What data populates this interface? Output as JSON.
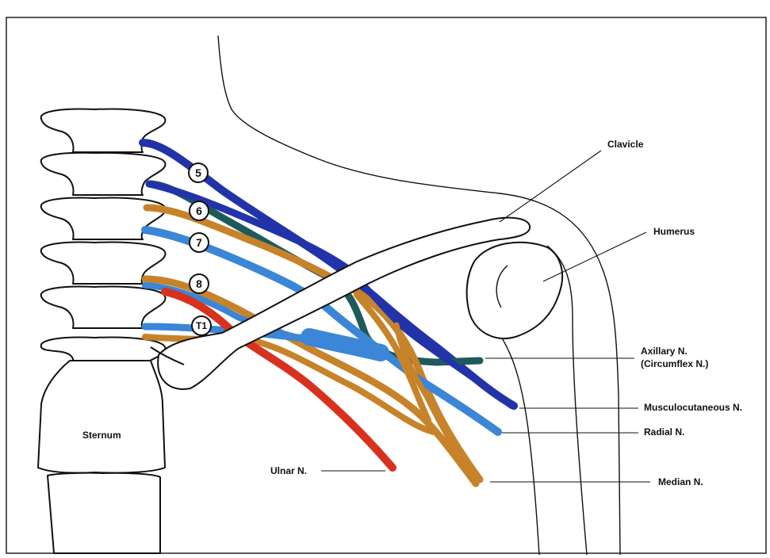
{
  "labels": {
    "clavicle": "Clavicle",
    "humerus": "Humerus",
    "axillary_1": "Axillary N.",
    "axillary_2": "(Circumflex N.)",
    "musculocutaneous": "Musculocutaneous N.",
    "radial": "Radial N.",
    "median": "Median N.",
    "ulnar": "Ulnar N.",
    "sternum": "Sternum"
  },
  "roots": [
    "5",
    "6",
    "7",
    "8",
    "T1"
  ],
  "colors": {
    "c5_blue": "#2233aa",
    "dark_teal": "#1f5a5a",
    "orange": "#c7832a",
    "light_blue": "#3b86d6",
    "red": "#d8321e",
    "outline": "#111111"
  }
}
